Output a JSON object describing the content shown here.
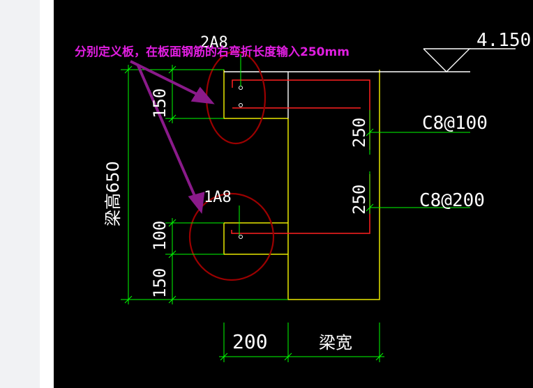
{
  "colors": {
    "background": "#000000",
    "dimension": "#00ff00",
    "outline": "#e8e800",
    "white_line": "#ffffff",
    "rebar": "#ff2020",
    "circle": "#9b0000",
    "arrow": "#8a1a8a",
    "annotation": "#e01ee0"
  },
  "annotation": {
    "text": "分别定义板，在板面钢筋的右弯折长度输入250mm"
  },
  "labels": {
    "elevation": "4.150",
    "top_rebar": "2A8",
    "mid_rebar": "1A8",
    "stirrup_upper": "C8@100",
    "stirrup_lower": "C8@200",
    "beam_height": "梁高650",
    "beam_width": "梁宽",
    "dim_top_150": "150",
    "dim_100": "100",
    "dim_bottom_150": "150",
    "dim_250_upper": "250",
    "dim_250_lower": "250",
    "dim_200": "200"
  }
}
